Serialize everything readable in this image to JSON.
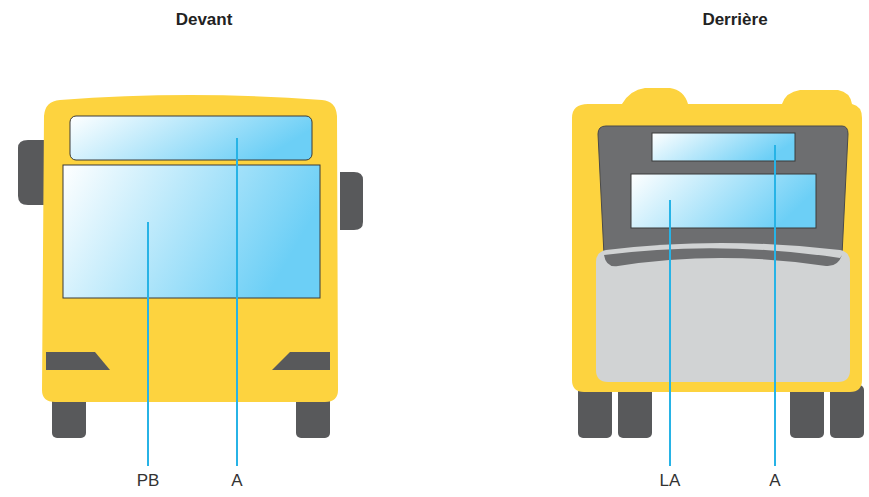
{
  "diagram": {
    "labels": [
      "Devant",
      "Derrière",
      "PB",
      "A",
      "LA",
      "A"
    ]
  }
}
